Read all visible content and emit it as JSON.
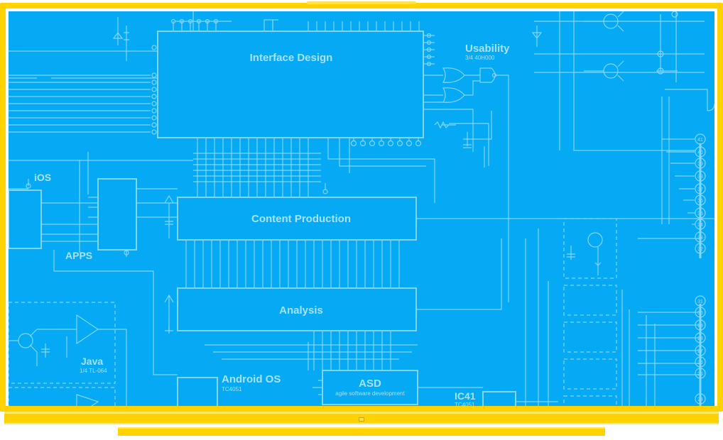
{
  "colors": {
    "screen": "#05a9f4",
    "circuit_line": "#8fdcff",
    "label": "#a6e3ff",
    "bezel": "#ffd200"
  },
  "blocks": {
    "interface_design": "Interface Design",
    "content_production": "Content Production",
    "analysis": "Analysis",
    "asd": "ASD",
    "asd_sub": "agile software development"
  },
  "labels": {
    "usability": "Usability",
    "usability_sub": "3/4 40H000",
    "ios": "iOS",
    "apps": "APPS",
    "java": "Java",
    "java_sub": "1/4 TL-064",
    "android": "Android OS",
    "android_sub": "TC4051",
    "ic41": "IC41",
    "ic41_sub": "TC4051"
  },
  "pins": [
    "41",
    "40",
    "39",
    "38",
    "37",
    "36",
    "35",
    "34",
    "33",
    "32",
    "31",
    "30",
    "29",
    "28",
    "27",
    "26",
    "25",
    "24"
  ]
}
